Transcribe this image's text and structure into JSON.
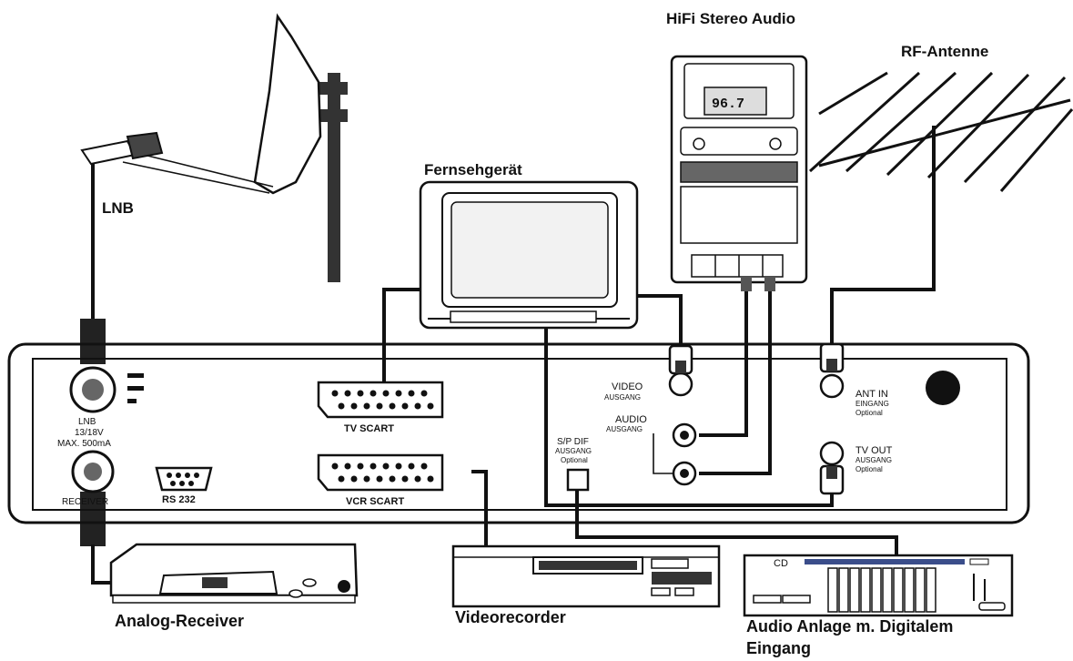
{
  "labels": {
    "lnb": "LNB",
    "hifi": "HiFi Stereo Audio",
    "rf_antenne": "RF-Antenne",
    "fernseh": "Fernsehgerät",
    "analog_receiver": "Analog-Receiver",
    "videorecorder": "Videorecorder",
    "audio_anlage_1": "Audio Anlage m. Digitalem",
    "audio_anlage_2": "Eingang",
    "cd": "CD",
    "hifi_display": "96.7"
  },
  "ports": {
    "lnb_title": "LNB",
    "lnb_volt": "13/18V",
    "lnb_max": "MAX. 500mA",
    "receiver": "RECEIVER",
    "rs232": "RS 232",
    "tv_scart": "TV SCART",
    "vcr_scart": "VCR SCART",
    "spdif": "S/P DIF",
    "spdif_sub": "AUSGANG",
    "spdif_opt": "Optional",
    "video": "VIDEO",
    "video_sub": "AUSGANG",
    "audio": "AUDIO",
    "audio_sub": "AUSGANG",
    "ant_in": "ANT IN",
    "ant_in_sub": "EINGANG",
    "ant_in_opt": "Optional",
    "tv_out": "TV OUT",
    "tv_out_sub": "AUSGANG",
    "tv_out_opt": "Optional"
  },
  "icons": {
    "dish": "satellite-dish-icon",
    "tv": "tv-icon",
    "hifi": "hifi-stereo-icon",
    "antenna": "rf-antenna-icon",
    "receiver": "analog-receiver-icon",
    "vcr": "videorecorder-icon",
    "audio": "audio-system-icon"
  }
}
